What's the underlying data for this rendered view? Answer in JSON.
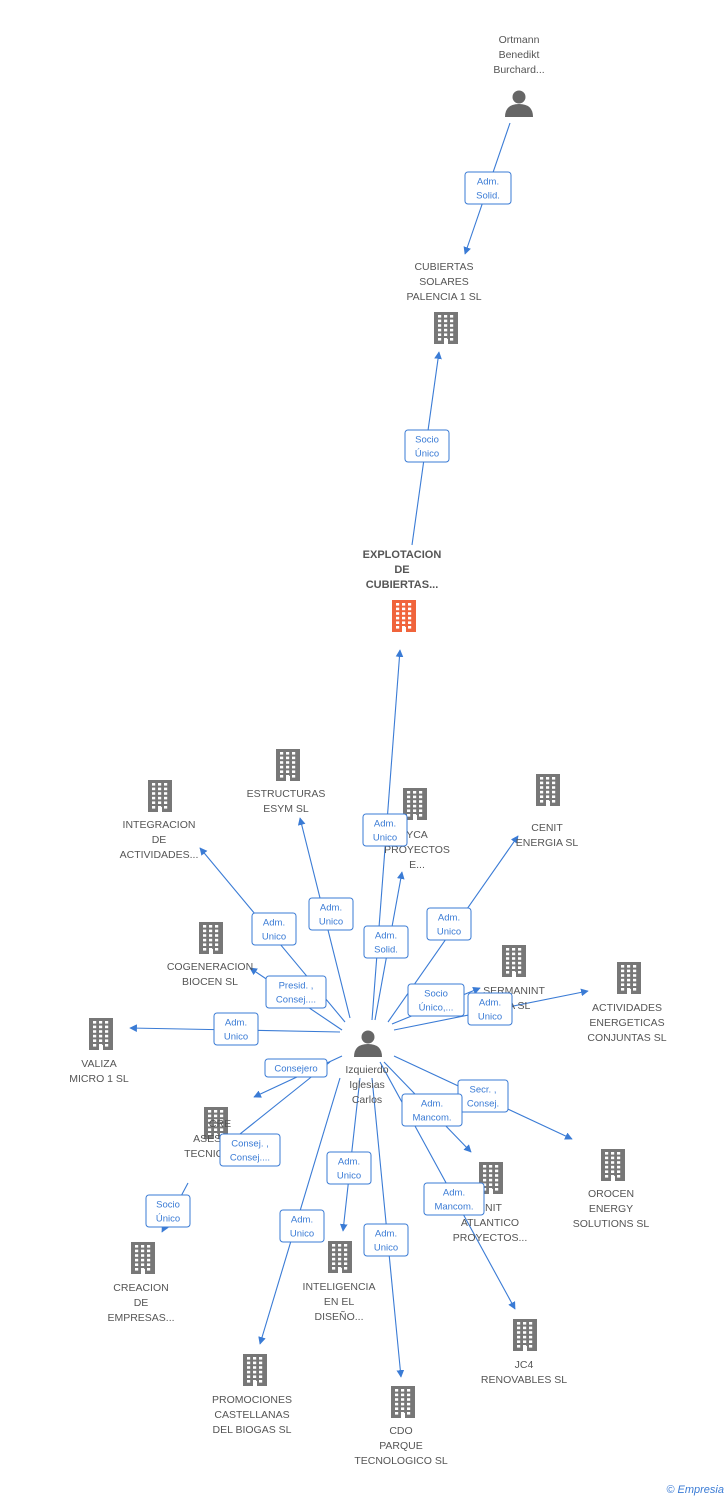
{
  "colors": {
    "edge": "#3a7bd5",
    "building": "#777777",
    "focus_building": "#f0643c",
    "person": "#666666"
  },
  "nodes": [
    {
      "id": "ortmann",
      "type": "person",
      "label": [
        "Ortmann",
        "Benedikt",
        "Burchard..."
      ]
    },
    {
      "id": "cubiertas_solares",
      "type": "company",
      "label": [
        "CUBIERTAS",
        "SOLARES",
        "PALENCIA 1 SL"
      ]
    },
    {
      "id": "explotacion",
      "type": "company",
      "focus": true,
      "label": [
        "EXPLOTACION",
        "DE",
        "CUBIERTAS..."
      ]
    },
    {
      "id": "izquierdo",
      "type": "person",
      "label": [
        "Izquierdo",
        "Iglesias",
        "Carlos"
      ]
    },
    {
      "id": "estructuras",
      "type": "company",
      "label": [
        "ESTRUCTURAS",
        "ESYM SL"
      ]
    },
    {
      "id": "integracion",
      "type": "company",
      "label": [
        "INTEGRACION",
        "DE",
        "ACTIVIDADES..."
      ]
    },
    {
      "id": "yca",
      "type": "company",
      "label": [
        "YCA",
        "PROYECTOS",
        "E..."
      ]
    },
    {
      "id": "cenit_energia",
      "type": "company",
      "label": [
        "CENIT",
        "ENERGIA SL"
      ]
    },
    {
      "id": "cogeneracion",
      "type": "company",
      "label": [
        "COGENERACION",
        "BIOCEN SL"
      ]
    },
    {
      "id": "sermanint",
      "type": "company",
      "label": [
        "SERMANINT",
        "NIA SL"
      ]
    },
    {
      "id": "actividades_energeticas",
      "type": "company",
      "label": [
        "ACTIVIDADES",
        "ENERGETICAS",
        "CONJUNTAS SL"
      ]
    },
    {
      "id": "valiza",
      "type": "company",
      "label": [
        "VALIZA",
        "MICRO 1 SL"
      ]
    },
    {
      "id": "cre_asesoria",
      "type": "company",
      "label": [
        "CRE",
        "ASESORIA",
        "TECNICA DE..."
      ]
    },
    {
      "id": "orocen",
      "type": "company",
      "label": [
        "OROCEN",
        "ENERGY",
        "SOLUTIONS SL"
      ]
    },
    {
      "id": "cenit_atlantico",
      "type": "company",
      "label": [
        "ENIT",
        "ATLANTICO",
        "PROYECTOS..."
      ]
    },
    {
      "id": "creacion",
      "type": "company",
      "label": [
        "CREACION",
        "DE",
        "EMPRESAS..."
      ]
    },
    {
      "id": "inteligencia",
      "type": "company",
      "label": [
        "INTELIGENCIA",
        "EN EL",
        "DISEÑO..."
      ]
    },
    {
      "id": "jc4",
      "type": "company",
      "label": [
        "JC4",
        "RENOVABLES SL"
      ]
    },
    {
      "id": "promociones",
      "type": "company",
      "label": [
        "PROMOCIONES",
        "CASTELLANAS",
        "DEL BIOGAS SL"
      ]
    },
    {
      "id": "cdo",
      "type": "company",
      "label": [
        "CDO",
        "PARQUE",
        "TECNOLOGICO SL"
      ]
    }
  ],
  "edges": [
    {
      "from": "ortmann",
      "to": "cubiertas_solares",
      "label": [
        "Adm.",
        "Solid."
      ]
    },
    {
      "from": "explotacion",
      "to": "cubiertas_solares",
      "label": [
        "Socio",
        "Único"
      ]
    },
    {
      "from": "izquierdo",
      "to": "explotacion",
      "label": [
        "Adm.",
        "Unico"
      ]
    },
    {
      "from": "izquierdo",
      "to": "estructuras",
      "label": [
        "Adm.",
        "Unico"
      ]
    },
    {
      "from": "izquierdo",
      "to": "integracion",
      "label": [
        "Adm.",
        "Unico"
      ]
    },
    {
      "from": "izquierdo",
      "to": "yca",
      "label": [
        "Adm.",
        "Solid."
      ]
    },
    {
      "from": "izquierdo",
      "to": "cenit_energia",
      "label": [
        "Adm.",
        "Unico"
      ]
    },
    {
      "from": "izquierdo",
      "to": "cogeneracion",
      "label": [
        "Presid. ,",
        "Consej...."
      ]
    },
    {
      "from": "izquierdo",
      "to": "sermanint",
      "label": [
        "Socio",
        "Único,..."
      ]
    },
    {
      "from": "izquierdo",
      "to": "actividades_energeticas",
      "label": [
        "Adm.",
        "Unico"
      ]
    },
    {
      "from": "izquierdo",
      "to": "valiza",
      "label": [
        "Adm.",
        "Unico"
      ]
    },
    {
      "from": "izquierdo",
      "to": "cre_asesoria",
      "label": [
        "Consejero"
      ]
    },
    {
      "from": "izquierdo",
      "to": "orocen",
      "label": [
        "Secr. ,",
        "Consej."
      ]
    },
    {
      "from": "izquierdo",
      "to": "cenit_atlantico",
      "label": [
        "Adm.",
        "Mancom."
      ]
    },
    {
      "from": "izquierdo",
      "to": "creacion",
      "label": [
        "Consej. ,",
        "Consej...."
      ]
    },
    {
      "from": "cre_asesoria",
      "to": "creacion",
      "label": [
        "Socio",
        "Único"
      ]
    },
    {
      "from": "izquierdo",
      "to": "inteligencia",
      "label": [
        "Adm.",
        "Unico"
      ]
    },
    {
      "from": "izquierdo",
      "to": "jc4",
      "label": [
        "Adm.",
        "Mancom."
      ]
    },
    {
      "from": "izquierdo",
      "to": "promociones",
      "label": [
        "Adm.",
        "Unico"
      ]
    },
    {
      "from": "izquierdo",
      "to": "cdo",
      "label": [
        "Adm.",
        "Unico"
      ]
    }
  ],
  "footer": {
    "copyright": "©",
    "brand": "Empresia"
  }
}
